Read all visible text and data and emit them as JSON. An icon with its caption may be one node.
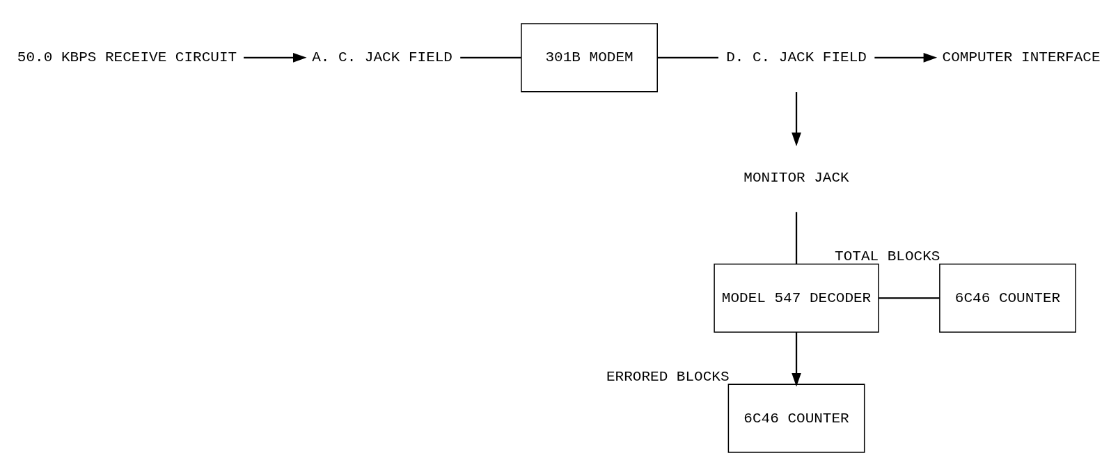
{
  "diagram": {
    "nodes": [
      {
        "text": [
          "50.0 KBPS RECEIVE CIRCUIT"
        ]
      },
      {
        "text": [
          "A. C. JACK FIELD"
        ]
      },
      {
        "text": [
          "301B MODEM"
        ]
      },
      {
        "text": [
          "D. C. JACK FIELD"
        ]
      },
      {
        "text": [
          "COMPUTER INTERFACE"
        ]
      },
      {
        "text": [
          "MONITOR JACK"
        ]
      },
      {
        "text": [
          "6C46 COUNTER"
        ],
        "beside": [
          "TOTAL BLOCKS"
        ]
      },
      {
        "text": [
          "MODEL 547 DECODER"
        ]
      },
      {
        "text": [
          "6C46 COUNTER"
        ],
        "beside": [
          "ERRORED BLOCKS"
        ]
      }
    ],
    "edges": [
      {
        "from": 0,
        "to": 1,
        "arrow": "to"
      },
      {
        "from": 1,
        "to": 2,
        "arrow": "none"
      },
      {
        "from": 2,
        "to": 3,
        "arrow": "none"
      },
      {
        "from": 3,
        "to": 4,
        "arrow": "to"
      },
      {
        "from": 3,
        "to": 5,
        "arrow": "to"
      },
      {
        "from": 5,
        "to": 7,
        "arrow": "none"
      },
      {
        "from": 7,
        "to": 6,
        "arrow": "none"
      },
      {
        "from": 7,
        "to": 8,
        "arrow": "to"
      }
    ]
  }
}
